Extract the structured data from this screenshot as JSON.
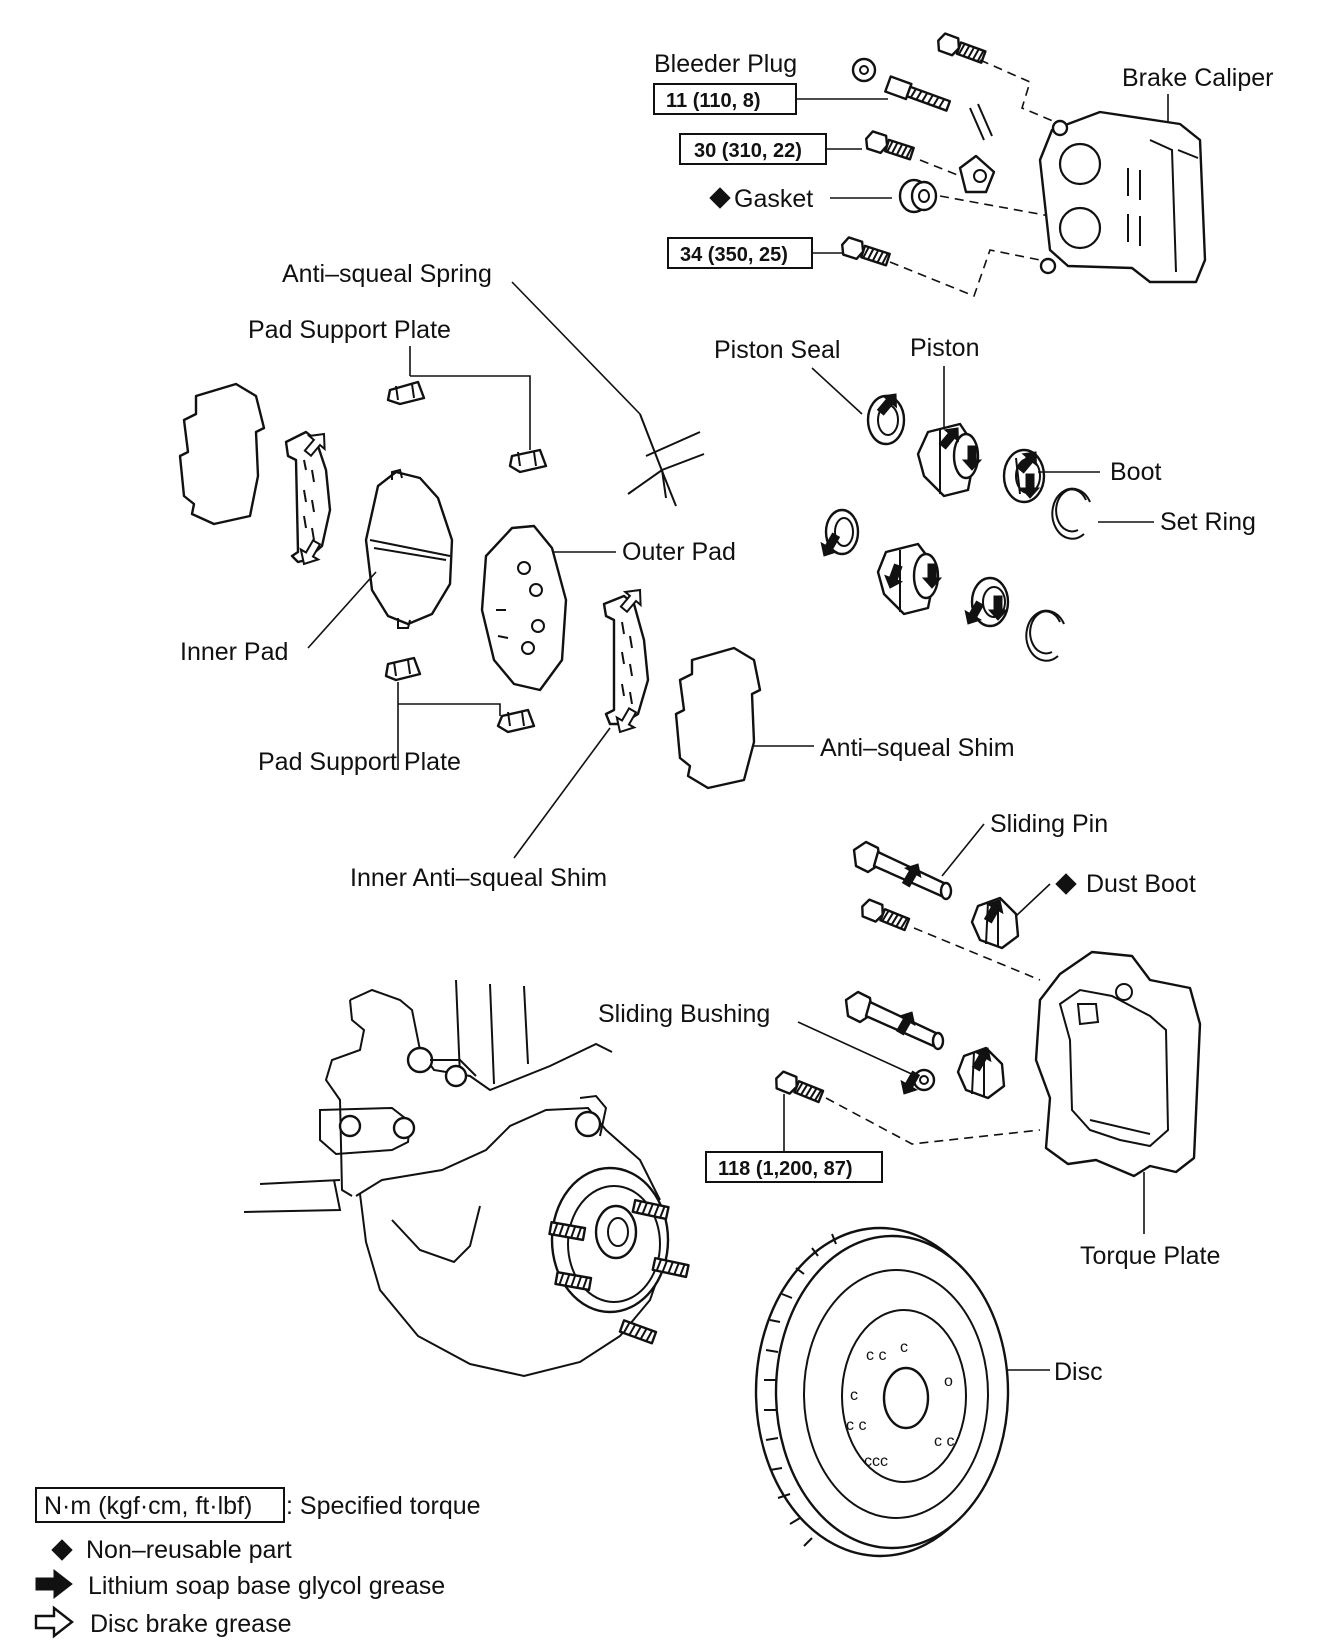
{
  "labels": {
    "bleeder_plug": "Bleeder Plug",
    "brake_caliper": "Brake Caliper",
    "gasket": "Gasket",
    "anti_squeal_spring": "Anti–squeal Spring",
    "pad_support_plate_top": "Pad Support Plate",
    "piston_seal": "Piston Seal",
    "piston": "Piston",
    "boot": "Boot",
    "set_ring": "Set Ring",
    "outer_pad": "Outer Pad",
    "inner_pad": "Inner Pad",
    "pad_support_plate_bottom": "Pad Support Plate",
    "anti_squeal_shim": "Anti–squeal Shim",
    "sliding_pin": "Sliding Pin",
    "dust_boot": "Dust Boot",
    "inner_anti_squeal_shim": "Inner Anti–squeal Shim",
    "sliding_bushing": "Sliding Bushing",
    "torque_plate": "Torque Plate",
    "disc": "Disc"
  },
  "torque": {
    "bleeder_plug": "11 (110, 8)",
    "union_bolt": "30 (310, 22)",
    "caliper_bolt": "34 (350, 25)",
    "torque_plate_bolt": "118 (1,200, 87)"
  },
  "legend": {
    "torque_box": "N·m (kgf·cm, ft·lbf)",
    "torque_desc": ": Specified torque",
    "non_reusable": "Non–reusable part",
    "lithium_grease": "Lithium soap base glycol grease",
    "disc_brake_grease": "Disc brake grease"
  },
  "symbols": {
    "non_reusable": "black-diamond-icon",
    "lithium_grease": "solid-arrow-icon",
    "disc_brake_grease": "hollow-arrow-icon"
  }
}
